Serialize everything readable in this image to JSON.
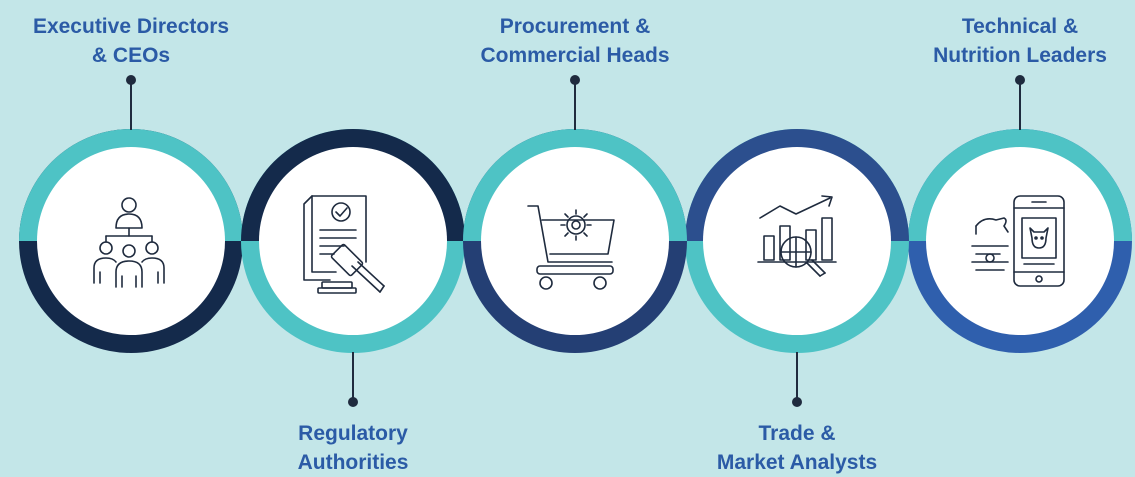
{
  "colors": {
    "background": "#c3e6e8",
    "teal": "#4ec3c5",
    "navy_dark": "#142a4b",
    "navy_mid": "#243f74",
    "blue_mid": "#2c4f8e",
    "blue_bright": "#2f5fad",
    "label": "#2b5ba6",
    "icon_stroke": "#1f2b3e"
  },
  "stakeholders": [
    {
      "lines": [
        "Executive Directors",
        "& CEOs"
      ],
      "icon": "team-hierarchy-icon",
      "label_position": "top"
    },
    {
      "lines": [
        "Regulatory",
        "Authorities"
      ],
      "icon": "legal-document-gavel-icon",
      "label_position": "bottom"
    },
    {
      "lines": [
        "Procurement &",
        "Commercial Heads"
      ],
      "icon": "cart-gear-icon",
      "label_position": "top"
    },
    {
      "lines": [
        "Trade &",
        "Market Analysts"
      ],
      "icon": "chart-magnifier-icon",
      "label_position": "bottom"
    },
    {
      "lines": [
        "Technical &",
        "Nutrition Leaders"
      ],
      "icon": "livestock-mobile-app-icon",
      "label_position": "top"
    }
  ]
}
